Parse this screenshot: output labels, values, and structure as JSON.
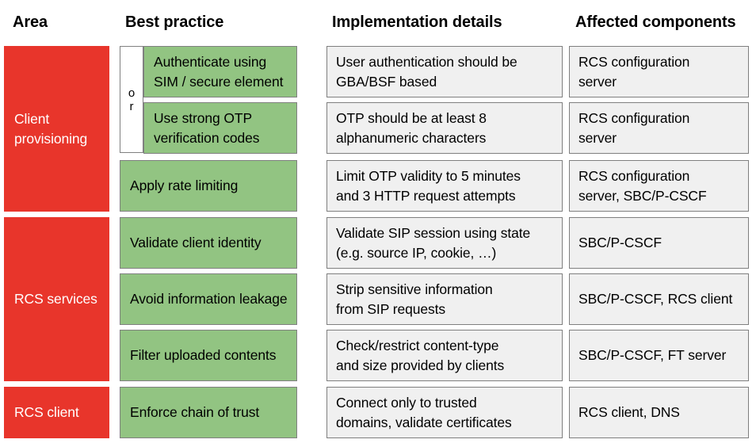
{
  "table": {
    "headers": [
      "Area",
      "Best practice",
      "Implementation details",
      "Affected components"
    ],
    "connector": {
      "line1": "o",
      "line2": "r"
    },
    "colors": {
      "area_fill": "#E8352B",
      "area_text": "#FFFFFF",
      "practice_fill": "#92C482",
      "detail_fill": "#F0F0F0",
      "border": "#808080",
      "text": "#000000"
    },
    "groups": [
      {
        "area": "Client\nprovisioning",
        "area_line1": "Client",
        "area_line2": "provisioning",
        "rows": [
          {
            "practice_line1": "Authenticate using",
            "practice_line2": "SIM / secure element",
            "detail_line1": "User authentication should be",
            "detail_line2": "GBA/BSF based",
            "component_line1": "RCS configuration",
            "component_line2": "server",
            "has_connector": true
          },
          {
            "practice_line1": "Use strong OTP",
            "practice_line2": "verification codes",
            "detail_line1": "OTP should be at least 8",
            "detail_line2": "alphanumeric characters",
            "component_line1": "RCS configuration",
            "component_line2": "server",
            "has_connector": true
          },
          {
            "practice_line1": "Apply rate limiting",
            "practice_line2": "",
            "detail_line1": "Limit OTP validity to 5 minutes",
            "detail_line2": "and 3 HTTP request attempts",
            "component_line1": "RCS configuration",
            "component_line2": "server, SBC/P-CSCF",
            "has_connector": false
          }
        ]
      },
      {
        "area": "RCS services",
        "area_line1": "RCS services",
        "area_line2": "",
        "rows": [
          {
            "practice_line1": "Validate client identity",
            "practice_line2": "",
            "detail_line1": "Validate SIP session using state",
            "detail_line2": "(e.g. source IP, cookie, …)",
            "component_line1": "SBC/P-CSCF",
            "component_line2": "",
            "has_connector": false
          },
          {
            "practice_line1": "Avoid information leakage",
            "practice_line2": "",
            "detail_line1": "Strip sensitive information",
            "detail_line2": "from SIP requests",
            "component_line1": "SBC/P-CSCF, RCS client",
            "component_line2": "",
            "has_connector": false
          },
          {
            "practice_line1": "Filter uploaded contents",
            "practice_line2": "",
            "detail_line1": "Check/restrict content-type",
            "detail_line2": "and size provided by clients",
            "component_line1": "SBC/P-CSCF, FT server",
            "component_line2": "",
            "has_connector": false
          }
        ]
      },
      {
        "area": "RCS client",
        "area_line1": "RCS client",
        "area_line2": "",
        "rows": [
          {
            "practice_line1": "Enforce chain of trust",
            "practice_line2": "",
            "detail_line1": "Connect only to trusted",
            "detail_line2": "domains, validate certificates",
            "component_line1": "RCS client, DNS",
            "component_line2": "",
            "has_connector": false
          }
        ]
      }
    ]
  }
}
